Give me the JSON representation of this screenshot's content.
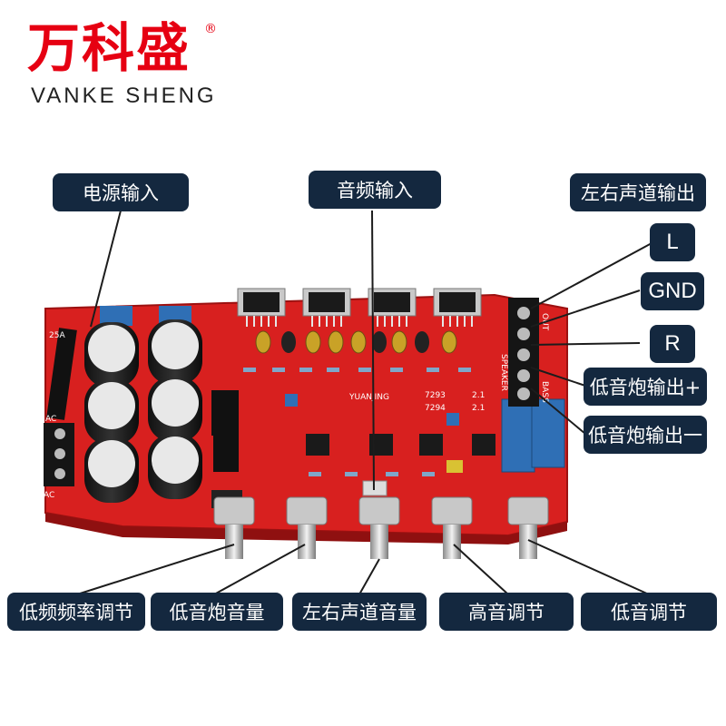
{
  "brand": {
    "name_cn": "万科盛",
    "registered_mark": "®",
    "name_en": "VANKE SHENG",
    "color": "#e60012"
  },
  "labels": {
    "power_input": "电源输入",
    "audio_input": "音频输入",
    "lr_output": "左右声道输出",
    "l": "L",
    "gnd": "GND",
    "r": "R",
    "sub_out_plus": "低音炮输出+",
    "sub_out_minus": "低音炮输出一",
    "low_freq_adjust": "低频频率调节",
    "sub_volume": "低音炮音量",
    "lr_volume": "左右声道音量",
    "treble_adjust": "高音调节",
    "bass_adjust": "低音调节"
  },
  "board_text": {
    "model_1": "7293",
    "model_2": "7294",
    "suffix_1": "2.1",
    "suffix_2": "2.1",
    "name": "YUANJING",
    "speaker": "SPEAKER",
    "out": "OUT",
    "bass": "BASS",
    "fuse": "25A",
    "ac_top": "AC",
    "ac_bottom": "AC"
  },
  "colors": {
    "label_bg": "#14283f",
    "board": "#d8201f",
    "capacitor_blue": "#2f6fb5"
  }
}
